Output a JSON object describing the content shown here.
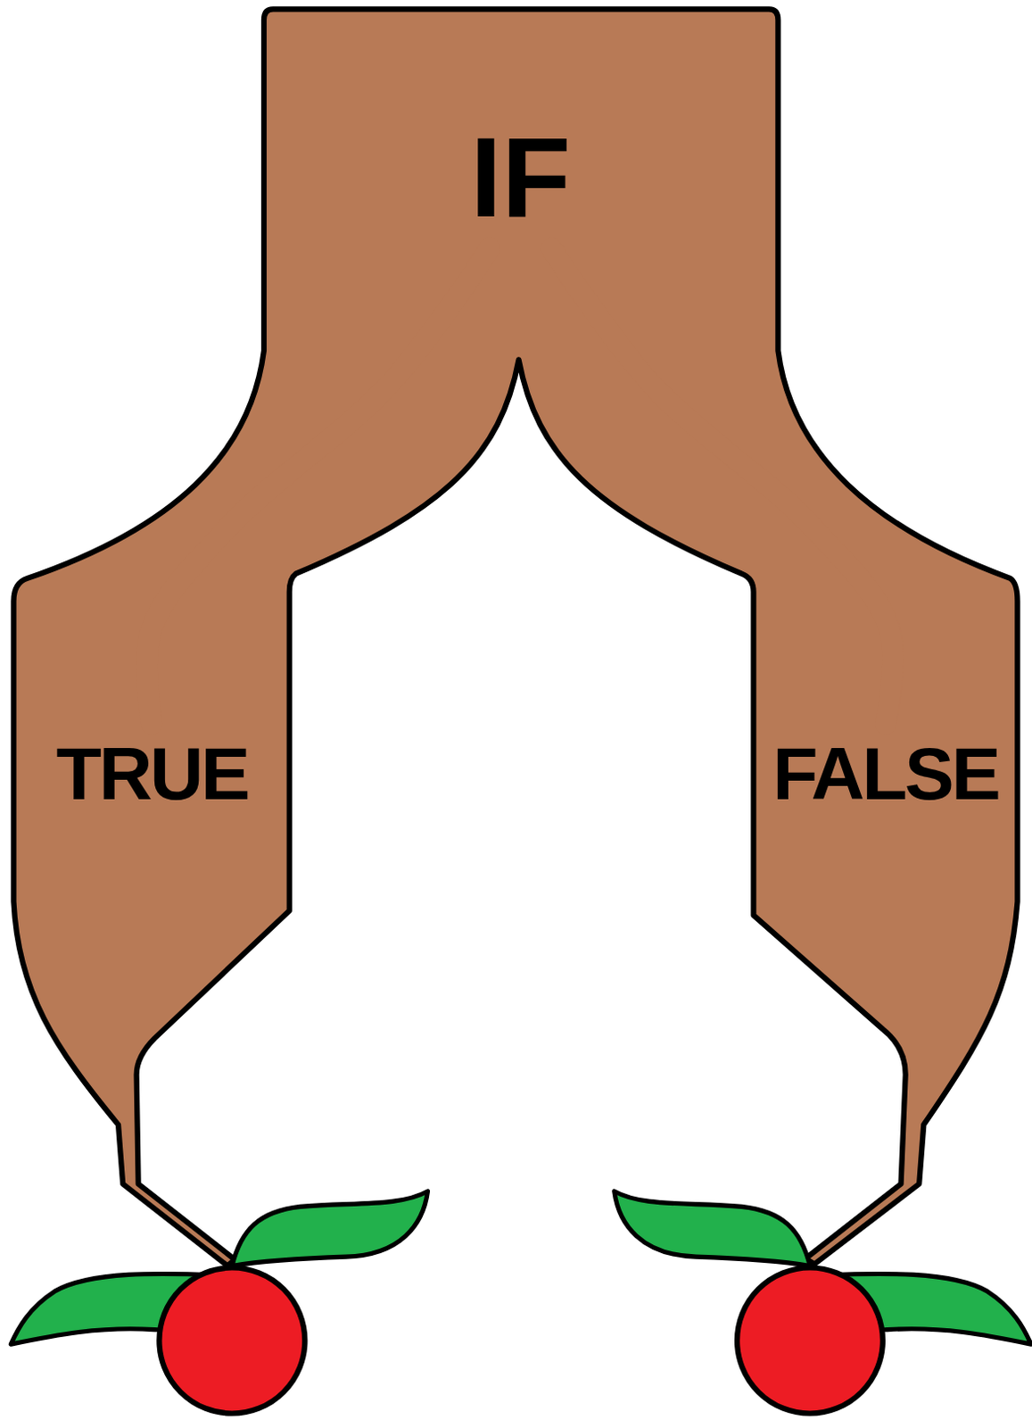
{
  "diagram": {
    "nodes": [
      {
        "text": [
          "IF"
        ]
      },
      {
        "text": [
          "TRUE"
        ]
      },
      {
        "text": [
          "FALSE"
        ]
      }
    ],
    "edges": [
      {
        "from": 0,
        "to": 1,
        "arrow": "none"
      },
      {
        "from": 0,
        "to": 2,
        "arrow": "none"
      }
    ]
  }
}
